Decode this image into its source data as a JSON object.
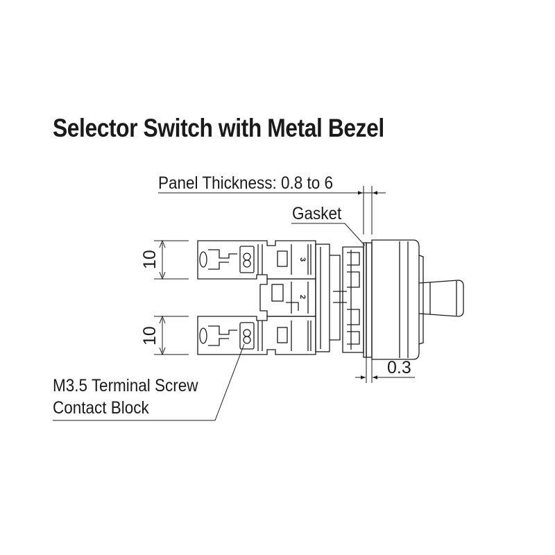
{
  "title": "Selector Switch with Metal Bezel",
  "labels": {
    "panel_thickness": "Panel Thickness: 0.8 to 6",
    "gasket": "Gasket",
    "terminal_line1": "M3.5 Terminal Screw",
    "terminal_line2": "Contact Block"
  },
  "dimensions": {
    "upper_block_height": "10",
    "lower_block_height": "10",
    "bezel_offset": "0.3"
  },
  "contact_numbers": {
    "upper": "3",
    "middle": "2"
  }
}
